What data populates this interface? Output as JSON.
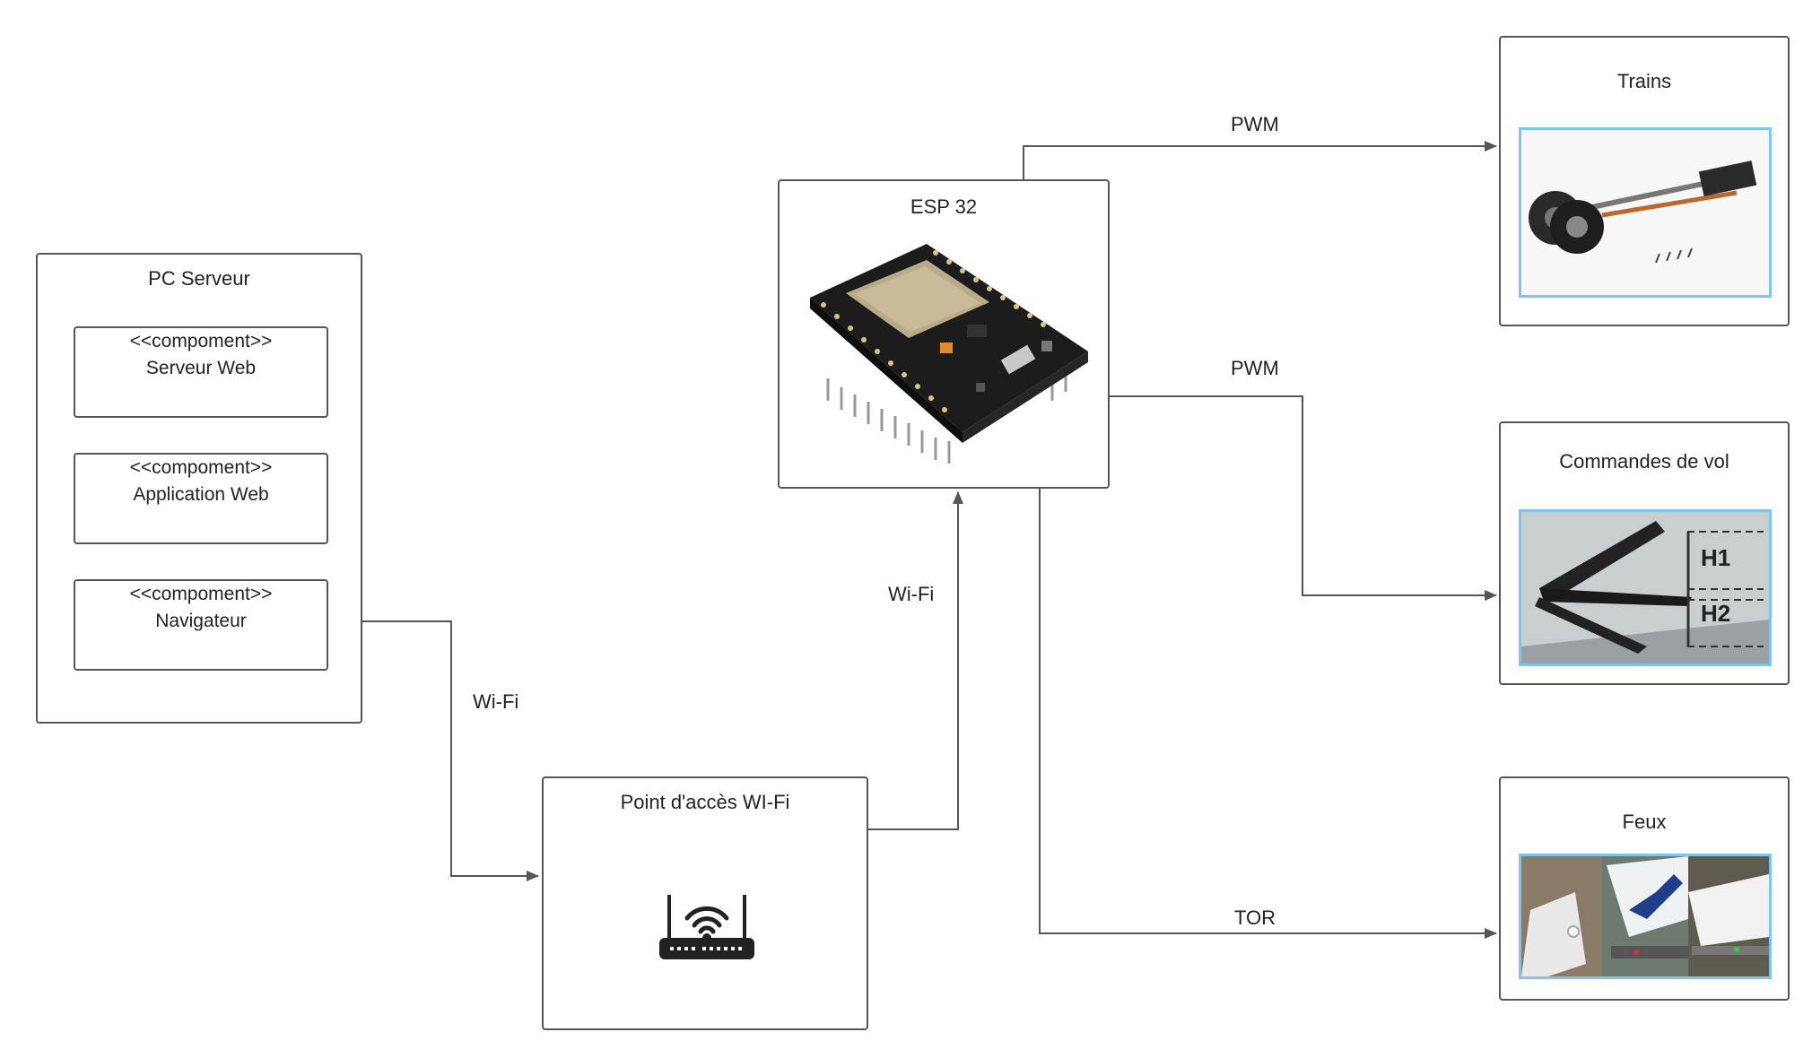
{
  "pc_server": {
    "title": "PC Serveur",
    "components": [
      {
        "stereotype": "<<compoment>>",
        "name": "Serveur Web"
      },
      {
        "stereotype": "<<compoment>>",
        "name": "Application Web"
      },
      {
        "stereotype": "<<compoment>>",
        "name": "Navigateur"
      }
    ]
  },
  "access_point": {
    "title": "Point d'accès WI-Fi"
  },
  "esp32": {
    "title": "ESP 32"
  },
  "trains": {
    "title": "Trains"
  },
  "flight_controls": {
    "title": "Commandes de vol",
    "image_labels": [
      "H1",
      "H2"
    ]
  },
  "lights": {
    "title": "Feux"
  },
  "edges": {
    "pc_to_ap": "Wi-Fi",
    "ap_to_esp": "Wi-Fi",
    "esp_to_trains": "PWM",
    "esp_to_controls": "PWM",
    "esp_to_lights": "TOR"
  },
  "colors": {
    "line": "#555555",
    "image_border": "#7fc4ea"
  }
}
